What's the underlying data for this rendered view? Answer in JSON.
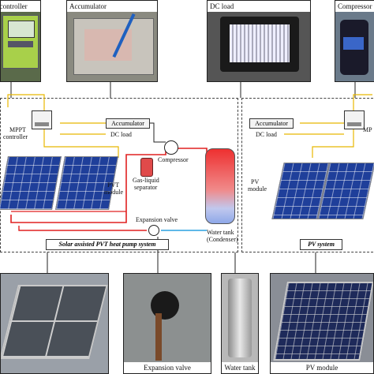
{
  "photos_top": {
    "controller": "MPPT controller",
    "accumulator": "Accumulator",
    "dc_load": "DC load",
    "compressor": "Compressor"
  },
  "photos_bottom": {
    "expansion_valve": "Expansion valve",
    "water_tank": "Water tank",
    "pv_module": "PV module"
  },
  "left_system": {
    "mppt_line1": "MPPT",
    "mppt_line2": "controller",
    "accumulator": "Accumulator",
    "dc_load": "DC load",
    "compressor": "Compressor",
    "separator_line1": "Gas-liquid",
    "separator_line2": "separator",
    "pvt_line1": "PVT",
    "pvt_line2": "module",
    "expansion_valve": "Expansion valve",
    "tank_line1": "Water tank",
    "tank_line2": "(Condenser)",
    "title": "Solar assisted PVT heat pump system"
  },
  "right_system": {
    "accumulator": "Accumulator",
    "mppt": "MP",
    "dc_load": "DC load",
    "pv_line1": "PV",
    "pv_line2": "module",
    "title": "PV system"
  },
  "colors": {
    "hot_pipe": "#e02020",
    "cold_pipe": "#2aa0e0",
    "power_line": "#e8b800",
    "panel_blue": "#1f3f9a"
  }
}
